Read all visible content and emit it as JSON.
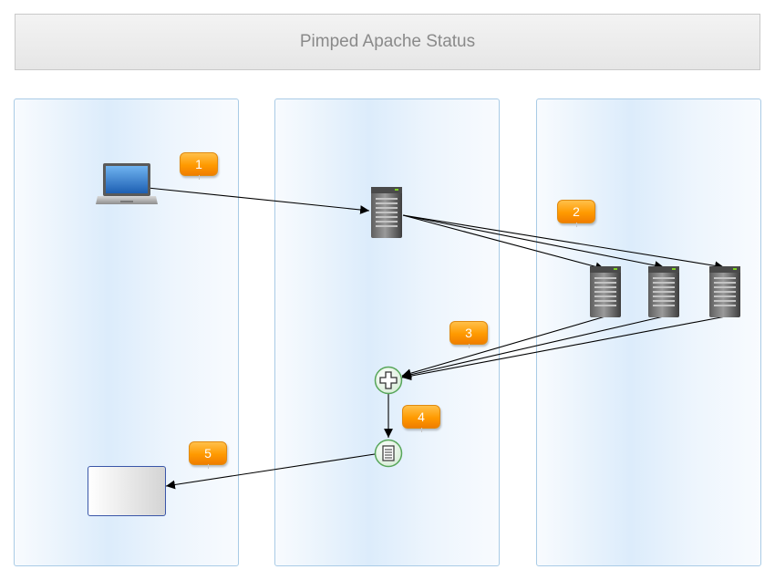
{
  "title": "Pimped Apache Status",
  "badges": [
    "1",
    "2",
    "3",
    "4",
    "5"
  ],
  "colors": {
    "badge": "#ff9a00",
    "lane_border": "#a9cbe6",
    "lane_fill": "#dcecfb",
    "gateway_border": "#57a65a",
    "result_border": "#3a56a8",
    "arrow": "#000000"
  },
  "icons": {
    "client": "laptop-icon",
    "server": "server-icon",
    "parallel_gateway": "plus-icon",
    "task": "list-icon"
  }
}
